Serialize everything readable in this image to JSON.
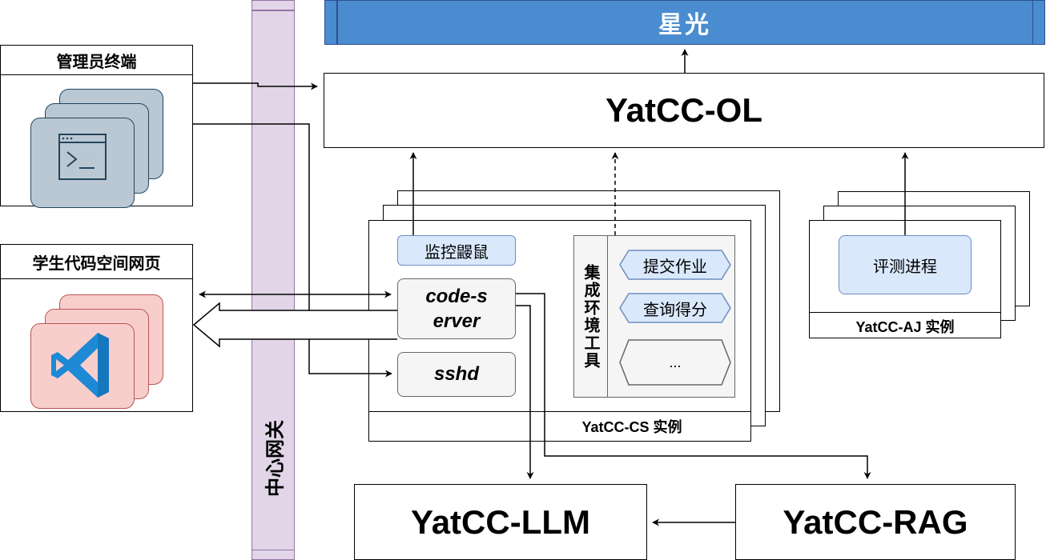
{
  "xingguang": {
    "label": "星光",
    "bg_color": "#4a8cd0",
    "border_color": "#2f4f8f"
  },
  "yatcc_ol": {
    "label": "YatCC-OL"
  },
  "yatcc_llm": {
    "label": "YatCC-LLM"
  },
  "yatcc_rag": {
    "label": "YatCC-RAG"
  },
  "gateway": {
    "label": "中心网关",
    "bg_color": "#e1d5e7",
    "border_color": "#9673a6"
  },
  "admin_terminal": {
    "title": "管理员终端",
    "card_color": "#bac8d3",
    "card_border": "#23445d"
  },
  "student_page": {
    "title": "学生代码空间网页",
    "card_color": "#f8cecc",
    "card_border": "#b85450",
    "logo_color": "#1e8ad6"
  },
  "yatcc_cs": {
    "instance_label": "YatCC-CS 实例",
    "monitor": "监控鼹鼠",
    "code_server": "code-server",
    "sshd": "sshd",
    "tools_title": "集成环境工具",
    "tools": [
      "提交作业",
      "查询得分",
      "..."
    ],
    "monitor_color": "#dae8fc",
    "monitor_border": "#6c8ebf",
    "service_color": "#f5f5f5",
    "service_border": "#666666"
  },
  "yatcc_aj": {
    "instance_label": "YatCC-AJ 实例",
    "eval": "评测进程"
  }
}
